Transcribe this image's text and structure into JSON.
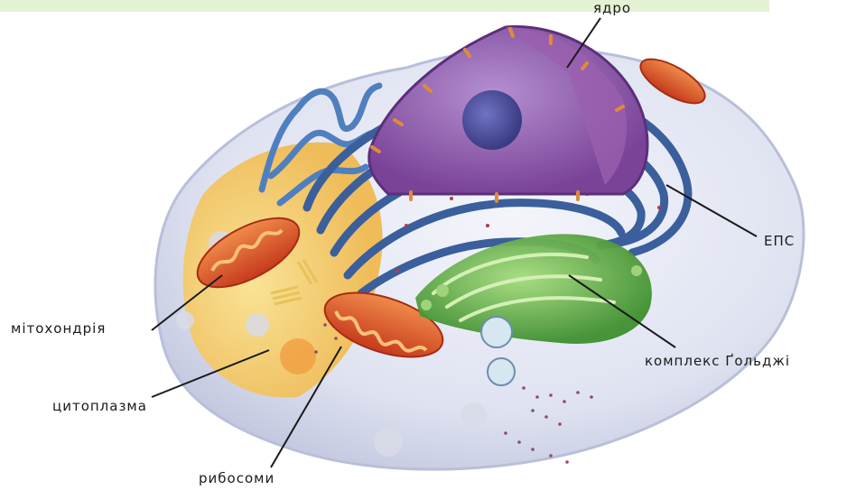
{
  "labels": {
    "nucleus": "ядро",
    "er": "ЕПС",
    "mitochondria": "мітохондрія",
    "golgi": "комплекс Ґольджі",
    "cytoplasm": "цитоплазма",
    "ribosomes": "рибосоми"
  },
  "colors": {
    "header_bar": "#e3f2d4",
    "membrane": "#dfe3f1",
    "cytoplasm": "#f6cf62",
    "nucleus": "#8c57a9",
    "nucleolus": "#4e4f9c",
    "er": "#3a5f9c",
    "golgi": "#6ab54a",
    "mitochondria": "#e0542a",
    "leader_lines": "#1a1a1a"
  }
}
